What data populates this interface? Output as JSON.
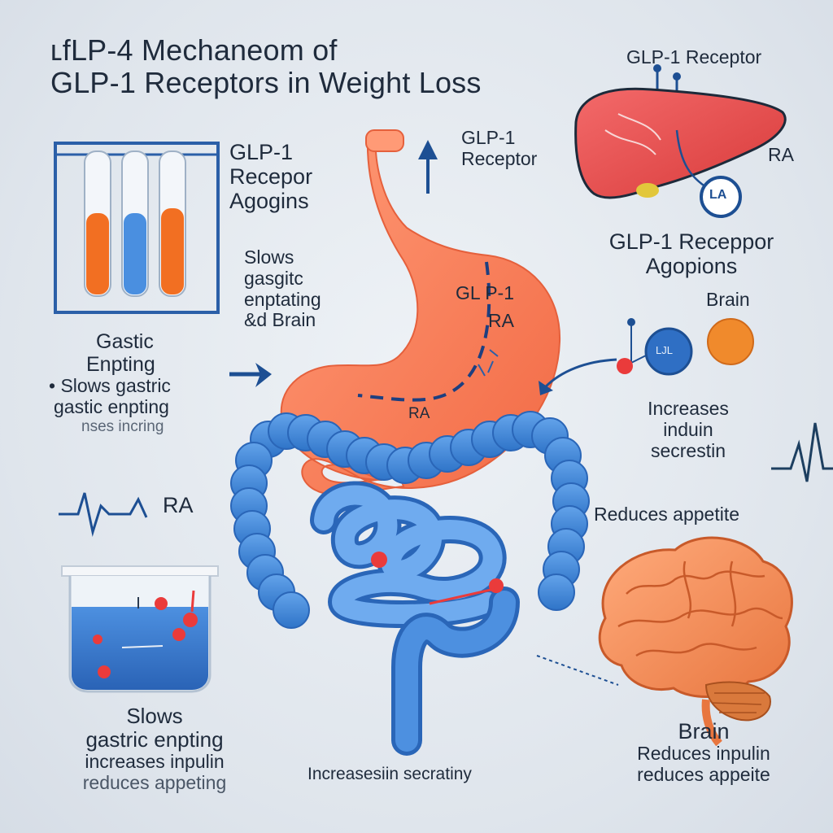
{
  "title": {
    "line1": "ʟfLP-4 Mechaneom of",
    "line2": "GLP-1 Receptors in Weight Loss"
  },
  "labels": {
    "liver_receptor": "GLP-1 Receptor",
    "liver_ra": "RA",
    "liver_badge": "LA",
    "glp1_receptor": {
      "line1": "GLP-1",
      "line2": "Receptor"
    },
    "left_agonist": {
      "line1": "GLP-1",
      "line2": "Recepor",
      "line3": "Agogins"
    },
    "right_agonist": {
      "line1": "GLP-1 Receppor",
      "line2": "Agopions"
    },
    "slows_mid": {
      "line1": "Slows",
      "line2": "gasgitc",
      "line3": "enptating",
      "line4": "&d Brain"
    },
    "stomach_glp": "GL P-1",
    "stomach_ra": "RA",
    "stomach_ra2": "RA",
    "gastric_left": {
      "line1": "Gastic",
      "line2": "Enpting",
      "line3": "• Slows gastric",
      "line4": "gastic enpting",
      "line5": "nses incring"
    },
    "pulse_ra": "RA",
    "brain_top": "Brain",
    "orb_label": "LJL",
    "increases_insulin": {
      "line1": "Increases",
      "line2": "induin",
      "line3": "secrestin"
    },
    "reduces_appetite": "Reduces appetite",
    "bottom_left": {
      "line1": "Slows",
      "line2": "gastric enpting",
      "line3": "increases inpulin",
      "line4": "reduces appeting"
    },
    "bottom_center": "Increasesiin secratiny",
    "bottom_right": {
      "line1": "Brain",
      "line2": "Reduces inpulin",
      "line3": "reduces appeite"
    }
  },
  "colors": {
    "stomach": "#f47c55",
    "intestine": "#3f86d8",
    "liver": "#ea4a4a",
    "brain": "#f28a52",
    "arrow": "#1d4f93",
    "liquid_orange": "#f26f22",
    "liquid_blue": "#3f86d8"
  }
}
